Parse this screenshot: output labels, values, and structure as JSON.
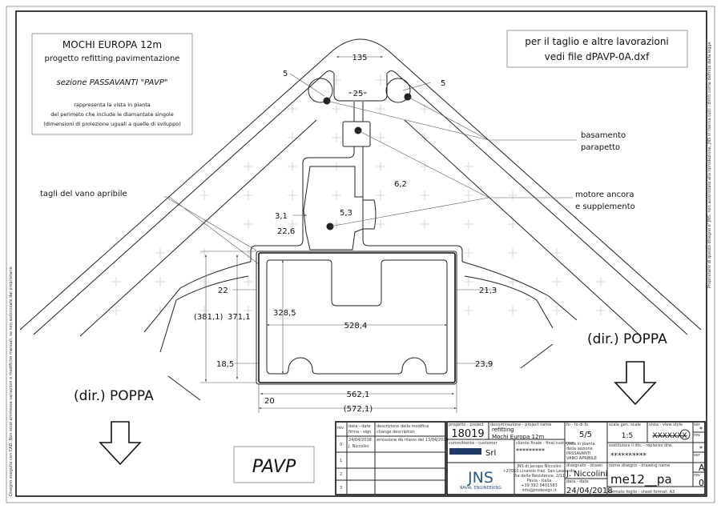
{
  "info_box": {
    "title": "MOCHI EUROPA 12m",
    "subtitle": "progetto refitting pavimentazione",
    "section": "sezione PASSAVANTI \"PAVP\"",
    "note_line1": "rappresenta la vista in pianta",
    "note_line2": "del perimeto che include le diamantate singole",
    "note_line3": "(dimensioni di proiezione uguali a quelle di sviluppo)"
  },
  "file_note": {
    "line1": "per il taglio e altre lavorazioni",
    "line2": "vedi file dPAVP-0A.dxf"
  },
  "callouts": {
    "basamento_line1": "basamento",
    "basamento_line2": "parapetto",
    "motore_line1": "motore ancora",
    "motore_line2": "e supplemento",
    "tagli": "tagli del vano apribile"
  },
  "dimensions": {
    "d135": "135",
    "d5_left": "5",
    "d5_right": "5",
    "d25": "25",
    "d6_2": "6,2",
    "d5_3": "5,3",
    "d3_1": "3,1",
    "d22_6": "22,6",
    "d22": "22",
    "d21_3": "21,3",
    "d381_1": "(381,1)",
    "d371_1": "371,1",
    "d328_5": "328,5",
    "d528_4": "528,4",
    "d18_5": "18,5",
    "d23_9": "23,9",
    "d562_1": "562,1",
    "d20": "20",
    "d572_1": "(572,1)"
  },
  "direction_right": "(dir.) POPPA",
  "direction_left": "(dir.) POPPA",
  "part_code": "PAVP",
  "margin_left": "Disegno eseguito con CAD. Non sono ammesse variazioni o modifiche manuali, se non autorizzate dal proprietario",
  "margin_right": "Proprietario di questo disegno e' JNS, non autorizzato alla riproduzione. JNS si riserva tutti i diritti come definito dalla legge",
  "title_block": {
    "rev_header": "rev",
    "date_header": "data - date",
    "sign_header": "firma - sign",
    "desc_header": "descrizione della modifica",
    "desc_header2": "change description",
    "revisions": [
      {
        "rev": "0",
        "date": "24/04/2018",
        "sign": "J. Niccolini",
        "desc": "emissione da rilievo del 13/04/2018"
      },
      {
        "rev": "1",
        "date": "",
        "sign": "",
        "desc": ""
      },
      {
        "rev": "2",
        "date": "",
        "sign": "",
        "desc": ""
      },
      {
        "rev": "3",
        "date": "",
        "sign": "",
        "desc": ""
      }
    ],
    "project_label": "progetto - project",
    "project_number": "18019",
    "denomination_label": "denominazione - project name",
    "denomination_line1": "refitting",
    "denomination_line2": "Mochi Europa 12m",
    "customer_label": "committente - customer",
    "customer_suffix": "Srl",
    "final_customer_label": "cliente finale - final customer",
    "final_customer": "*********",
    "company_logo": "JNS",
    "company_tagline": "NAVAL ENGINEERING",
    "company_name": "JNS di Jacopo Niccolini",
    "company_addr1": "I-27010 Linarolo fraz. San Leonardo",
    "company_addr2": "Via della Resistenza, 2/11",
    "company_addr3": "Pavia - Italia",
    "company_phone": "+39 392 0401583",
    "company_email": "info@jnsdesign.it",
    "sheet_label": "fo - fo di fo",
    "sheet": "5/5",
    "sheet_desc1": "vista in pianta",
    "sheet_desc2": "della sezione",
    "sheet_desc3": "PASSAVANTI",
    "sheet_desc4": "VANO APRIBILE",
    "drawn_label": "disegnato - drawn",
    "drawn_by": "J. Niccolini",
    "date_label": "data - date",
    "date": "24/04/2018",
    "scale_label": "scala gen. scale",
    "scale": "1:5",
    "view_label": "vista - view style",
    "view": "XXXXXXX",
    "replaces_label": "sostituisce il dis. - replaces drw.",
    "replaces": "**********",
    "drawing_name_label": "nome disegno - drawing name",
    "drawing_name": "me12__pa",
    "format_label": "formato foglio - sheet format: A3",
    "ser_label": "ser",
    "ser_value": "A",
    "rev_label": "rev",
    "rev_value": "0",
    "star1": "*",
    "star2": "*"
  },
  "colors": {
    "customer_bar": "#1f3a66",
    "logo": "#2d5a86"
  }
}
